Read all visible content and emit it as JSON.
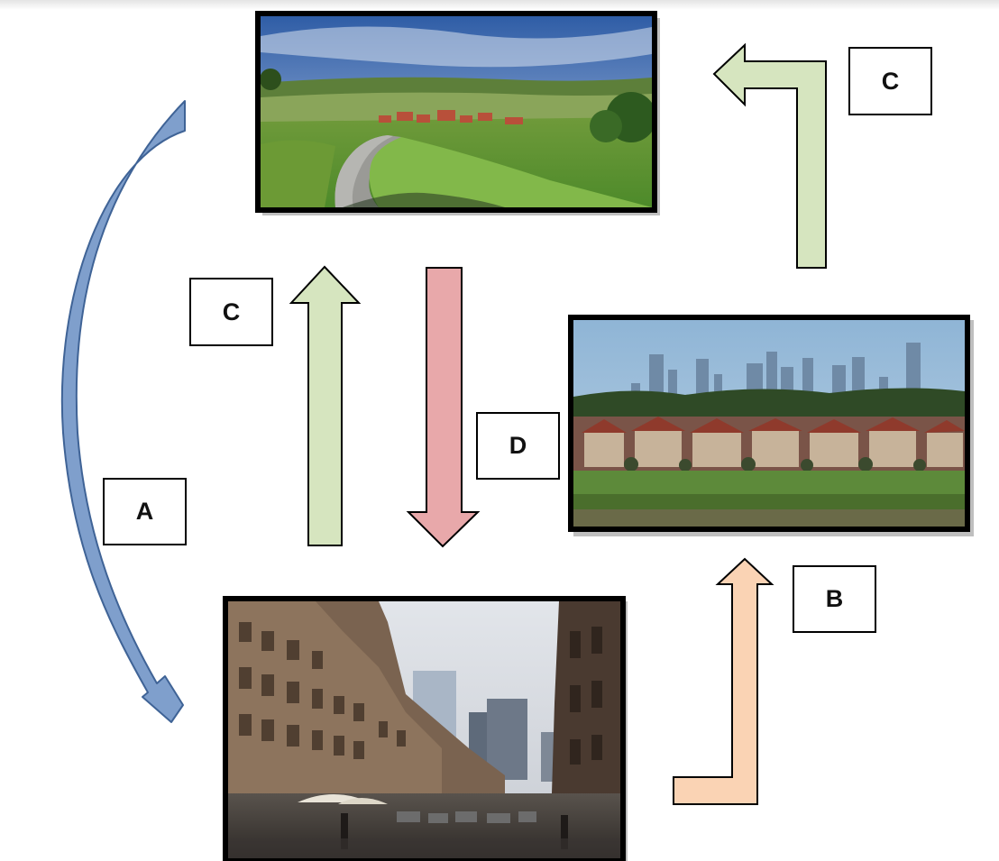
{
  "labels": {
    "a": "A",
    "b": "B",
    "c_left": "C",
    "c_top_right": "C",
    "d": "D"
  },
  "photos": {
    "countryside": "countryside-photo",
    "suburb": "suburb-with-skyline-photo",
    "city": "city-street-photo"
  },
  "colors": {
    "arrow_a": "#7f9fcc",
    "arrow_b": "#fad3b4",
    "arrow_c": "#d6e5bf",
    "arrow_d": "#e8a8aa",
    "frame": "#000000"
  }
}
